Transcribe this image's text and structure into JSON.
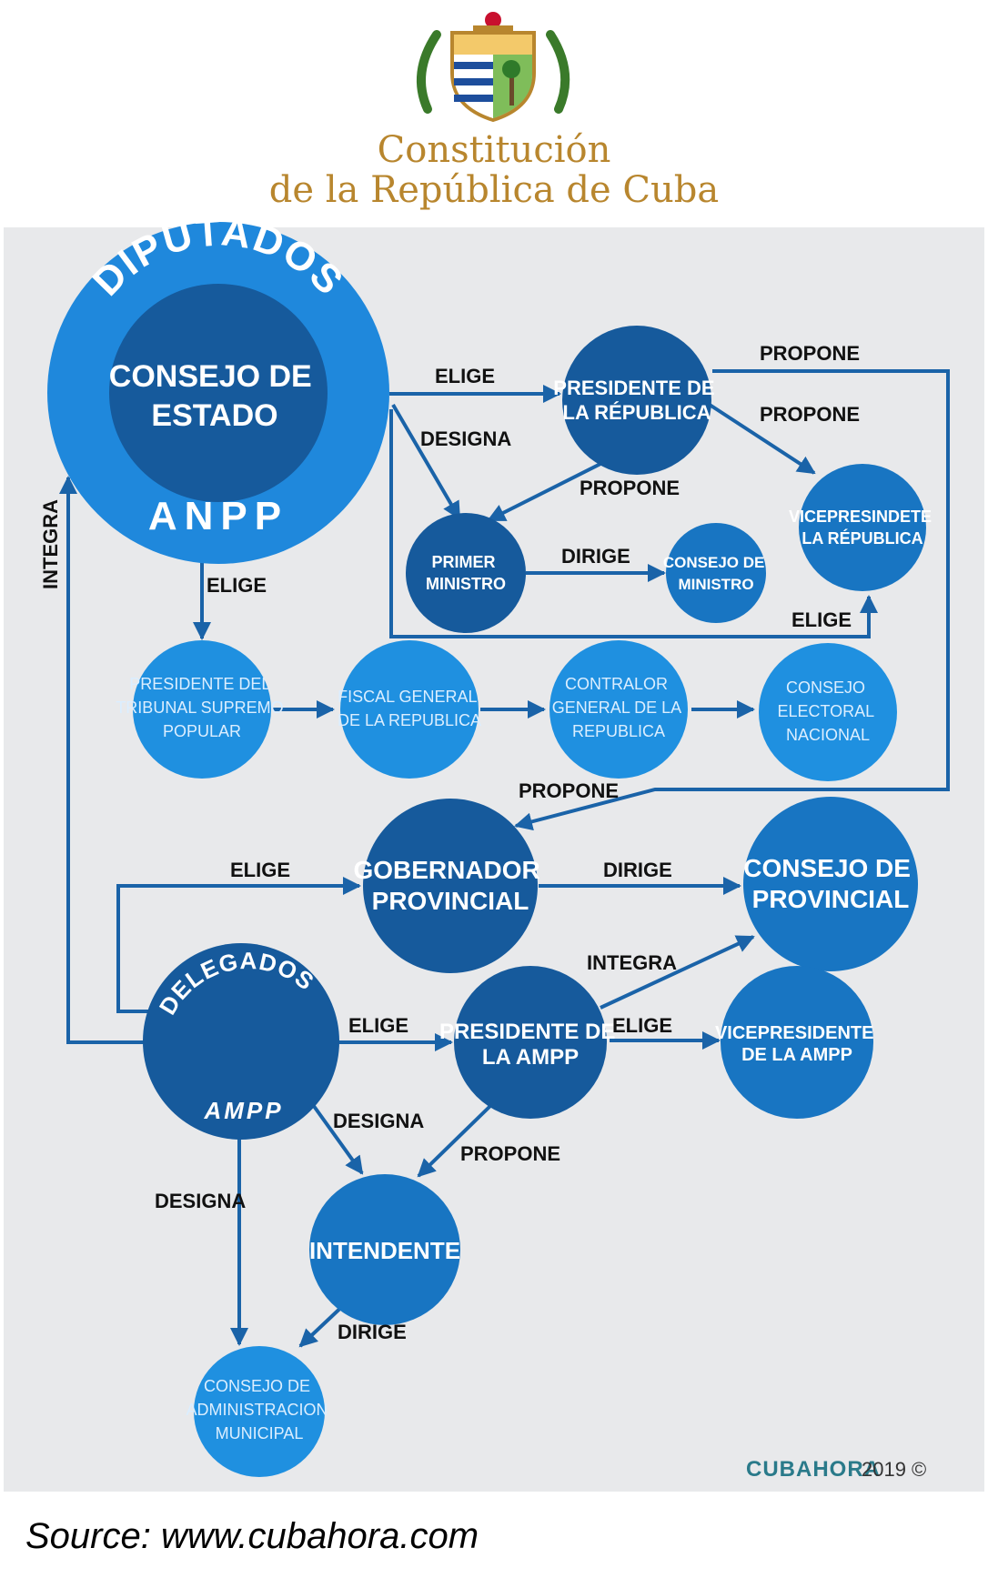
{
  "header": {
    "title_line1": "Constitución",
    "title_line2": "de la República de Cuba"
  },
  "colors": {
    "panel_bg": "#e8e9eb",
    "dark_blue": "#165a9c",
    "mid_blue": "#1875c2",
    "light_blue": "#1f90e0",
    "arrow": "#1a63a8",
    "gold": "#b8862e"
  },
  "nodes": {
    "anpp_ring_top": "DIPUTADOS",
    "anpp_ring_bottom": "ANPP",
    "consejo_estado": [
      "CONSEJO DE",
      "ESTADO"
    ],
    "presidente_republica": [
      "PRESIDENTE DE",
      "LA RÉPUBLICA"
    ],
    "primer_ministro": [
      "PRIMER",
      "MINISTRO"
    ],
    "consejo_ministro": [
      "CONSEJO DE",
      "MINISTRO"
    ],
    "vicepresidente_republica": [
      "VICEPRESINDETE",
      "LA RÉPUBLICA"
    ],
    "presidente_tribunal": [
      "PRESIDENTE DEL",
      "TRIBUNAL SUPREMO",
      "POPULAR"
    ],
    "fiscal_general": [
      "FISCAL GENERAL",
      "DE LA REPUBLICA"
    ],
    "contralor_general": [
      "CONTRALOR",
      "GENERAL DE LA",
      "REPUBLICA"
    ],
    "consejo_electoral": [
      "CONSEJO",
      "ELECTORAL",
      "NACIONAL"
    ],
    "gobernador_provincial": [
      "GOBERNADOR",
      "PROVINCIAL"
    ],
    "consejo_provincial": [
      "CONSEJO DE",
      "PROVINCIAL"
    ],
    "delegados_ring_top": "DELEGADOS",
    "delegados_ring_bottom": "AMPP",
    "presidente_ampp": [
      "PRESIDENTE DE",
      "LA AMPP"
    ],
    "vicepresidente_ampp": [
      "VICEPRESIDENTE",
      "DE LA AMPP"
    ],
    "intendente": "INTENDENTE",
    "consejo_admin_municipal": [
      "CONSEJO DE",
      "ADMINISTRACION",
      "MUNICIPAL"
    ]
  },
  "edge_labels": {
    "elige_presidente": "ELIGE",
    "designa_primer_ministro": "DESIGNA",
    "propone_consejo_electoral": "PROPONE",
    "propone_vicepresidente": "PROPONE",
    "propone_primer_ministro": "PROPONE",
    "dirige_consejo_ministro": "DIRIGE",
    "elige_vicepresidente": "ELIGE",
    "elige_tribunal": "ELIGE",
    "integra_anpp": "INTEGRA",
    "propone_gobernador": "PROPONE",
    "elige_gobernador": "ELIGE",
    "dirige_consejo_provincial": "DIRIGE",
    "integra_consejo_provincial": "INTEGRA",
    "elige_presidente_ampp": "ELIGE",
    "elige_vicepresidente_ampp": "ELIGE",
    "designa_intendente": "DESIGNA",
    "propone_intendente": "PROPONE",
    "designa_consejo_admin": "DESIGNA",
    "dirige_consejo_admin": "DIRIGE"
  },
  "branding": {
    "logo_text": "CUBAHORA",
    "year": "2019 ©"
  },
  "source": "Source: www.cubahora.com"
}
